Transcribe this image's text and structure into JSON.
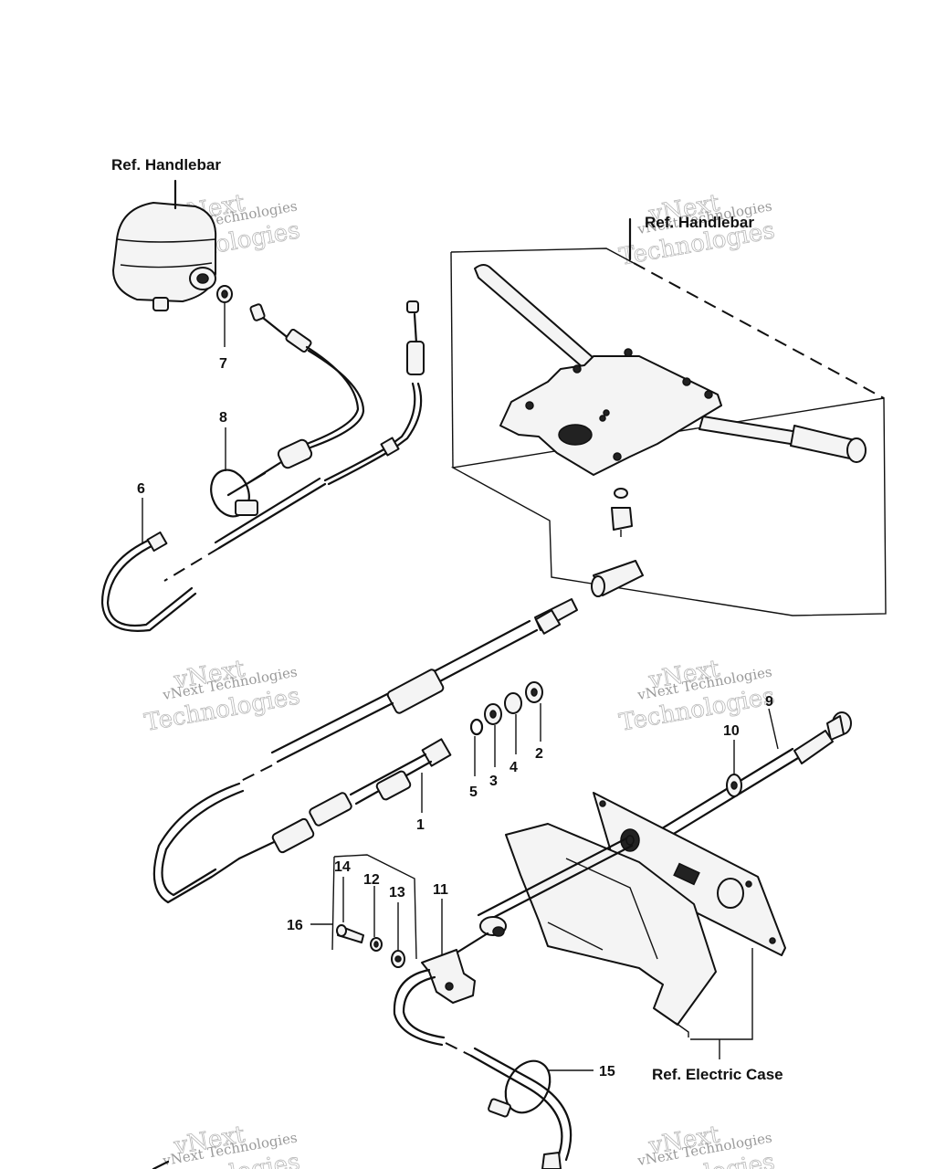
{
  "references": {
    "handlebar_top_left": "Ref. Handlebar",
    "handlebar_right": "Ref. Handlebar",
    "electric_case": "Ref. Electric Case"
  },
  "callouts": [
    "1",
    "2",
    "3",
    "4",
    "5",
    "6",
    "7",
    "8",
    "9",
    "10",
    "11",
    "12",
    "13",
    "14",
    "15",
    "16"
  ],
  "watermark": {
    "line1": "vNext",
    "line2": "Technologies",
    "small": "vNext Technologies"
  }
}
